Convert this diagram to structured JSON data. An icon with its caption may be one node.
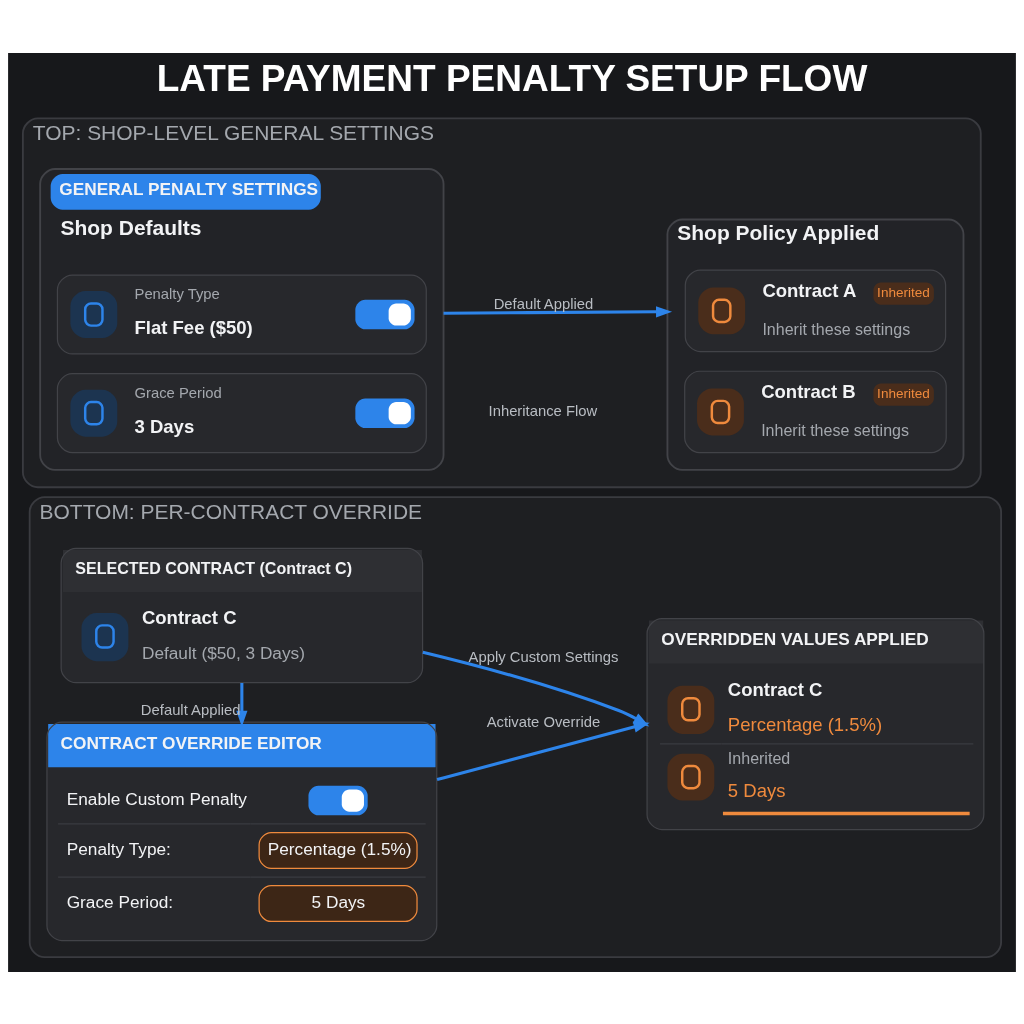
{
  "diagram": {
    "title": "LATE PAYMENT PENALTY SETUP FLOW",
    "nodes": [
      {
        "text": [
          "TOP: SHOP-LEVEL GENERAL SETTINGS"
        ]
      },
      {
        "text": [
          "GENERAL PENALTY SETTINGS",
          "Shop Defaults"
        ],
        "in": 0
      },
      {
        "text": [
          "Penalty Type",
          "Flat Fee ($50)"
        ],
        "in": 1
      },
      {
        "text": [
          "Grace Period",
          "3 Days"
        ],
        "in": 1
      },
      {
        "text": [
          "Shop Policy Applied"
        ],
        "in": 0
      },
      {
        "text": [
          "Contract A",
          "Inherited",
          "Inherit these settings"
        ],
        "in": 4
      },
      {
        "text": [
          "Contract B",
          "Inherited",
          "Inherit these settings"
        ],
        "in": 4
      },
      {
        "text": [
          "BOTTOM: PER-CONTRACT OVERRIDE"
        ]
      },
      {
        "text": [
          "SELECTED CONTRACT (Contract C)",
          "Contract C",
          "Default ($50, 3 Days)"
        ],
        "in": 7
      },
      {
        "text": [
          "CONTRACT OVERRIDE EDITOR",
          "Enable Custom Penalty",
          "Penalty Type:",
          "Percentage (1.5%)",
          "Grace Period:",
          "5 Days"
        ],
        "in": 7
      },
      {
        "text": [
          "OVERRIDDEN VALUES APPLIED",
          "Contract C",
          "Percentage (1.5%)",
          "Inherited",
          "5 Days"
        ],
        "in": 7
      }
    ],
    "edges": [
      {
        "from": 1,
        "to": 4,
        "arrow": "to",
        "label": "Default Applied"
      },
      {
        "from": 8,
        "to": 9,
        "arrow": "to",
        "label": "Default Applied"
      },
      {
        "from": 8,
        "to": 10,
        "arrow": "to",
        "label": "Apply Custom Settings"
      },
      {
        "from": 9,
        "to": 10,
        "arrow": "to",
        "label": "Activate Override"
      }
    ],
    "labels": [
      "Inheritance Flow"
    ]
  }
}
